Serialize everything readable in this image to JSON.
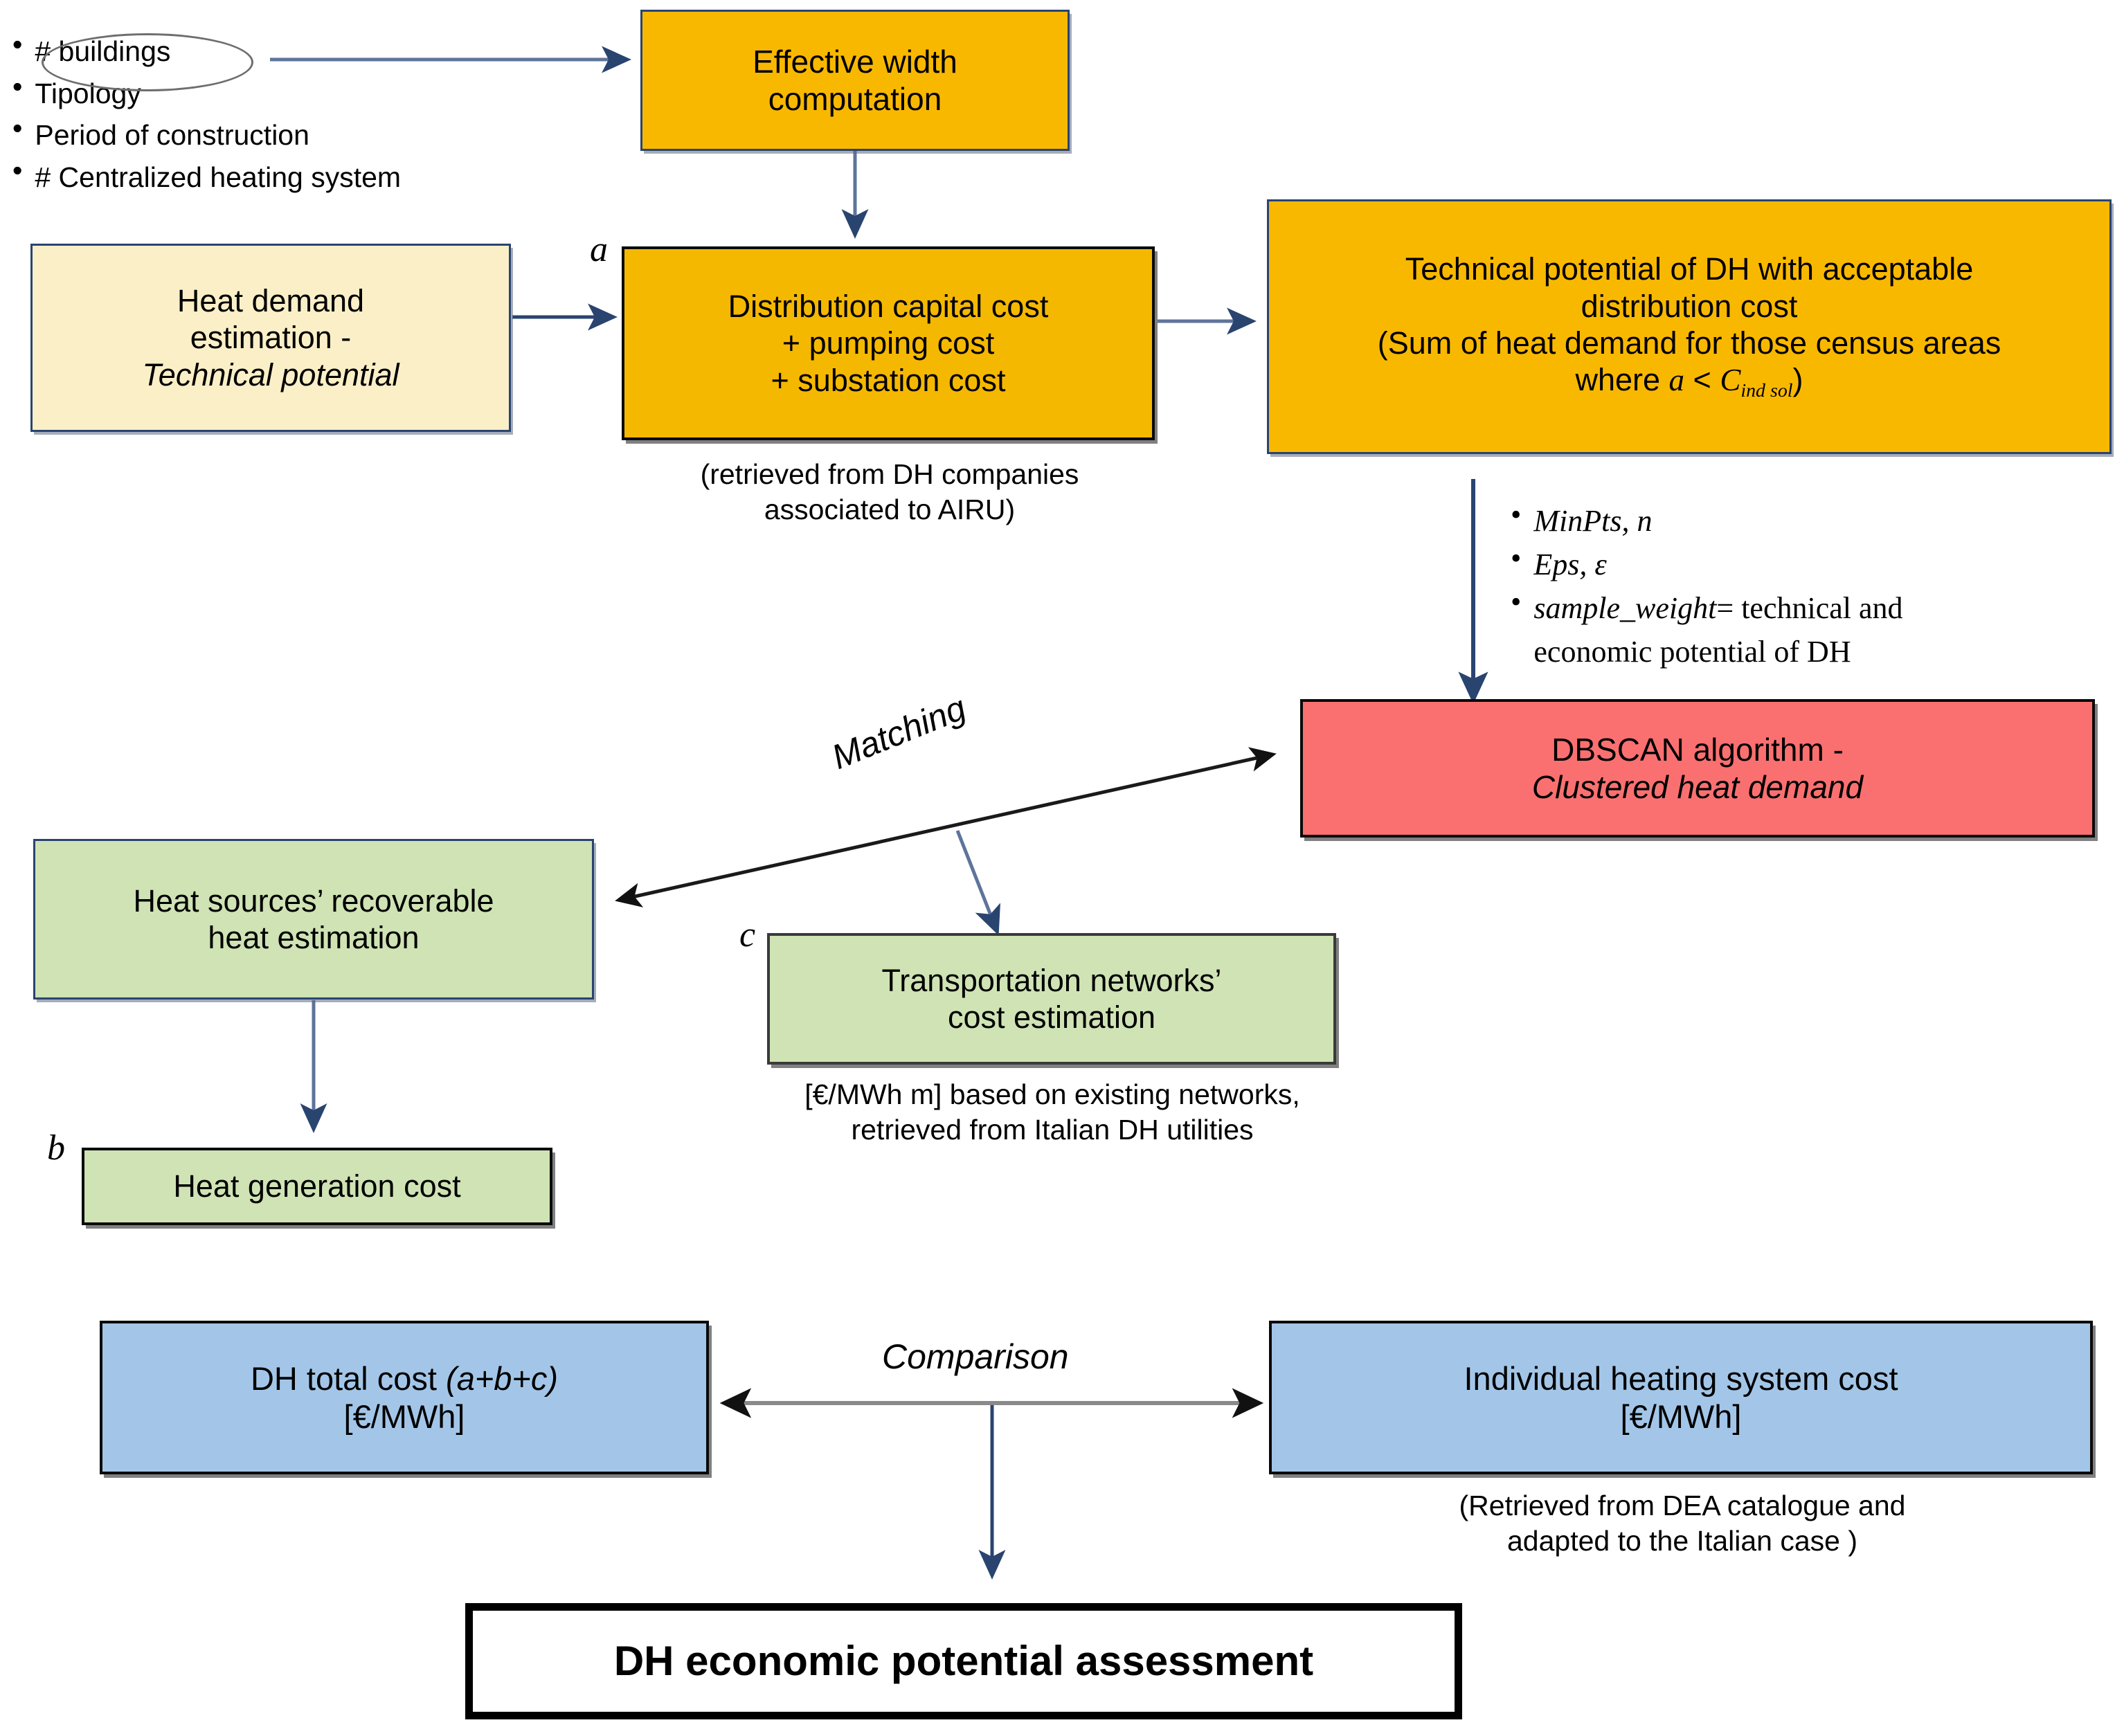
{
  "diagram": {
    "title": "DH economic potential assessment flowchart",
    "colors": {
      "gold": "#F9B800",
      "cream": "#FAEFC7",
      "red": "#FA7070",
      "green": "#CFE3B4",
      "blue": "#A3C6E8",
      "arrow_navy": "#2A4470",
      "arrow_gray": "#7F7F7F",
      "border_navy": "#2A4470",
      "border_black": "#0A0A0A"
    },
    "input_bullets": [
      "# buildings",
      "Tipology",
      "Period of construction",
      "# Centralized heating system"
    ],
    "dbscan_bullets": [
      "MinPts, n",
      "Eps, ε",
      "sample_weight",
      "= technical and",
      "economic potential of DH"
    ],
    "boxes": {
      "effective_width": {
        "line1": "Effective width",
        "line2": "computation"
      },
      "heat_demand": {
        "line1": "Heat demand",
        "line2": "estimation -",
        "line3": "Technical potential"
      },
      "distribution_cost": {
        "label": "a",
        "line1": "Distribution capital cost",
        "line2": "+ pumping cost",
        "line3": "+ substation cost",
        "caption1": "(retrieved from DH companies",
        "caption2": "associated to AIRU)"
      },
      "technical_potential": {
        "line1": "Technical potential of DH with acceptable",
        "line2": "distribution cost",
        "line3_pre": "(Sum of heat demand for those census areas",
        "line4_pre": "where ",
        "formula_a": "a",
        "formula_lt": " < ",
        "formula_c": "C",
        "formula_sub": "ind sol",
        "formula_close": ")"
      },
      "dbscan": {
        "line1": "DBSCAN algorithm -",
        "line2": "Clustered heat demand"
      },
      "heat_sources": {
        "line1": "Heat sources’ recoverable",
        "line2": "heat estimation"
      },
      "heat_generation": {
        "label": "b",
        "line1": "Heat generation cost"
      },
      "transportation": {
        "label": "c",
        "line1": "Transportation networks’",
        "line2": "cost estimation",
        "caption1": "[€/MWh m] based on existing networks,",
        "caption2": "retrieved from Italian  DH utilities"
      },
      "dh_total_cost": {
        "line1_pre": "DH total cost ",
        "line1_it": "(a+b+c)",
        "line2": "[€/MWh]"
      },
      "individual_cost": {
        "line1": "Individual heating system cost",
        "line2": "[€/MWh]",
        "caption1": "(Retrieved from DEA catalogue and",
        "caption2": "adapted to the Italian case )"
      },
      "final": {
        "line1": "DH economic potential assessment"
      }
    },
    "edge_labels": {
      "matching": "Matching",
      "comparison": "Comparison"
    }
  }
}
